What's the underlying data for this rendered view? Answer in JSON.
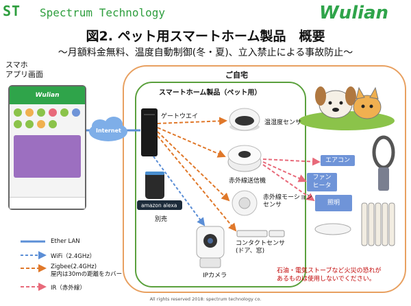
{
  "header": {
    "st_logo": "ST",
    "st_text": "Spectrum Technology",
    "wulian_logo": "Wulian"
  },
  "title": "図2. ペット用スマートホーム製品　概要",
  "subtitle": "～月額料金無料、温度自動制御(冬・夏)、立入禁止による事故防止～",
  "phone": {
    "label_line1": "スマホ",
    "label_line2": "アプリ画面",
    "app_name": "Wulian"
  },
  "areas": {
    "home": "ご自宅",
    "smart_home": "スマートホーム製品（ペット用）"
  },
  "cloud": "Internet",
  "devices": {
    "gateway": "ゲートウエイ",
    "temp_sensor": "温湿度センサ",
    "ir_transmitter": "赤外線送信機",
    "motion_sensor_line1": "赤外線モーション",
    "motion_sensor_line2": "センサ",
    "contact_sensor_line1": "コンタクトセンサ",
    "contact_sensor_line2": "(ドア、窓)",
    "ip_camera": "IPカメラ",
    "alexa_brand": "amazon alexa",
    "alexa_note": "別売"
  },
  "appliances": {
    "aircon": "エアコン",
    "fan_line1": "ファン",
    "fan_line2": "ヒータ",
    "lighting": "照明"
  },
  "legend": {
    "ether": "Ether LAN",
    "wifi": "WiFi（2.4GHz）",
    "zigbee_line1": "Zigbee(2.4GHz)",
    "zigbee_line2": "屋内は30mの距離をカバー",
    "ir": "IR（赤外線）"
  },
  "warning_line1": "石油・電気ストーブなど火災の恐れが",
  "warning_line2": "あるものは使用しないでください。",
  "footer": "All rights reserved 2018: spectrum technology co.",
  "colors": {
    "brand_green": "#2fa44a",
    "home_border": "#e8a060",
    "smart_border": "#5aa03c",
    "ether": "#5b8ed6",
    "zigbee": "#e0782a",
    "ir": "#e86a7a",
    "appliance_box": "#6f94d8",
    "warning": "#c00000"
  }
}
